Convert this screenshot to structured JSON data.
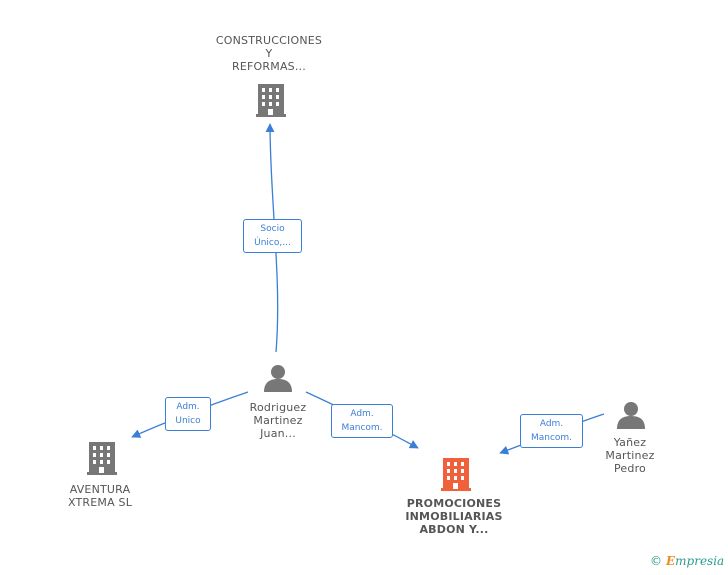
{
  "colors": {
    "edge": "#3a7fd5",
    "company_icon": "#777777",
    "focus_company_icon": "#f0603a",
    "person_icon": "#777777",
    "brand_teal": "#2a9c8c",
    "brand_orange": "#f08a1c"
  },
  "nodes": {
    "construcciones": {
      "label": "CONSTRUCCIONES\nY\nREFORMAS...",
      "icon": "building-icon"
    },
    "rodriguez": {
      "label": "Rodriguez\nMartinez\nJuan...",
      "icon": "person-icon"
    },
    "aventura": {
      "label": "AVENTURA\nXTREMA SL",
      "icon": "building-icon"
    },
    "promociones": {
      "label": "PROMOCIONES\nINMOBILIARIAS\nABDON Y...",
      "icon": "building-icon"
    },
    "yanez": {
      "label": "Yañez\nMartinez\nPedro",
      "icon": "person-icon"
    }
  },
  "relations": {
    "socio": "Socio\nÚnico,...",
    "adm_unico": "Adm.\nUnico",
    "adm_mancom_1": "Adm.\nMancom.",
    "adm_mancom_2": "Adm.\nMancom."
  },
  "brand": {
    "copyright": "©",
    "initial": "E",
    "rest": "mpresia"
  }
}
